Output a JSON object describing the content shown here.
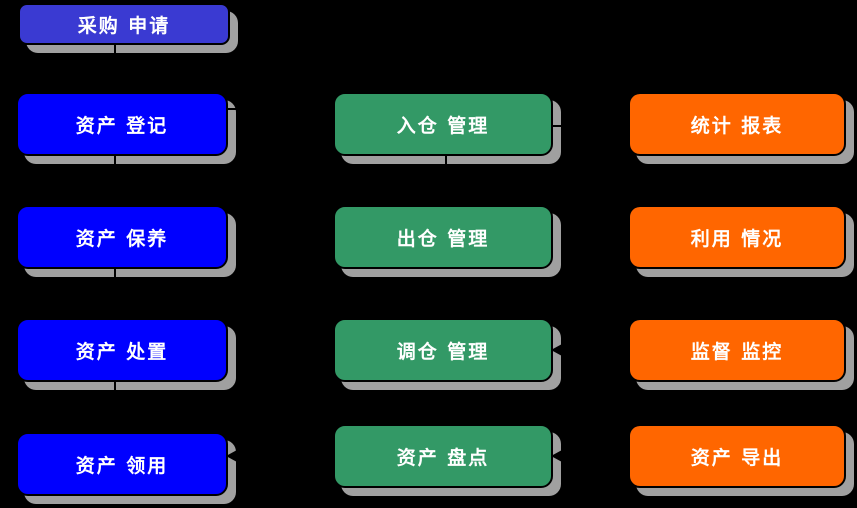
{
  "diagram": {
    "title": "asset-management-flowchart",
    "colors": {
      "background": "#000000",
      "header_blue": "#3A3AD2",
      "bright_blue": "#0000FF",
      "green": "#339966",
      "orange": "#FF6600",
      "shadow": "#A0A0A0",
      "line": "#000000",
      "text": "#FFFFFF"
    },
    "nodes": [
      {
        "id": "procurement-request",
        "label": "采购 申请",
        "column": 1,
        "color": "header_blue"
      },
      {
        "id": "asset-registration",
        "label": "资产 登记",
        "column": 1,
        "color": "bright_blue"
      },
      {
        "id": "asset-maintenance",
        "label": "资产 保养",
        "column": 1,
        "color": "bright_blue"
      },
      {
        "id": "asset-disposal",
        "label": "资产 处置",
        "column": 1,
        "color": "bright_blue"
      },
      {
        "id": "asset-requisition",
        "label": "资产 领用",
        "column": 1,
        "color": "bright_blue"
      },
      {
        "id": "inbound-management",
        "label": "入仓 管理",
        "column": 2,
        "color": "green"
      },
      {
        "id": "outbound-management",
        "label": "出仓 管理",
        "column": 2,
        "color": "green"
      },
      {
        "id": "transfer-management",
        "label": "调仓 管理",
        "column": 2,
        "color": "green"
      },
      {
        "id": "asset-inventory",
        "label": "资产 盘点",
        "column": 2,
        "color": "green"
      },
      {
        "id": "statistical-reports",
        "label": "统计 报表",
        "column": 3,
        "color": "orange"
      },
      {
        "id": "utilization-status",
        "label": "利用 情况",
        "column": 3,
        "color": "orange"
      },
      {
        "id": "supervision-monitoring",
        "label": "监督 监控",
        "column": 3,
        "color": "orange"
      },
      {
        "id": "asset-export",
        "label": "资产 导出",
        "column": 3,
        "color": "orange"
      }
    ],
    "connectors": [
      {
        "from": "procurement-request",
        "to": "asset-registration",
        "orientation": "vertical",
        "arrow": "none-visible"
      },
      {
        "from": "asset-registration",
        "to": "asset-maintenance",
        "orientation": "vertical",
        "arrow": "none-visible"
      },
      {
        "from": "asset-maintenance",
        "to": "asset-disposal",
        "orientation": "vertical",
        "arrow": "none-visible"
      },
      {
        "from": "asset-disposal",
        "to": "asset-requisition",
        "orientation": "vertical",
        "arrow": "none-visible"
      },
      {
        "from": "inbound-management",
        "to": "outbound-management",
        "orientation": "vertical",
        "arrow": "none-visible"
      },
      {
        "from": "asset-registration",
        "to": "inbound-management",
        "orientation": "horizontal",
        "arrow": "none-visible"
      },
      {
        "from": "inbound-management",
        "to": "statistical-reports",
        "orientation": "horizontal",
        "arrow": "none-visible"
      },
      {
        "from": "supervision-monitoring",
        "to": "transfer-management",
        "orientation": "horizontal",
        "arrow": "left"
      },
      {
        "from": "asset-export",
        "to": "asset-inventory",
        "orientation": "horizontal",
        "arrow": "left"
      },
      {
        "from": "asset-inventory",
        "to": "asset-requisition",
        "orientation": "horizontal",
        "arrow": "left"
      }
    ]
  }
}
